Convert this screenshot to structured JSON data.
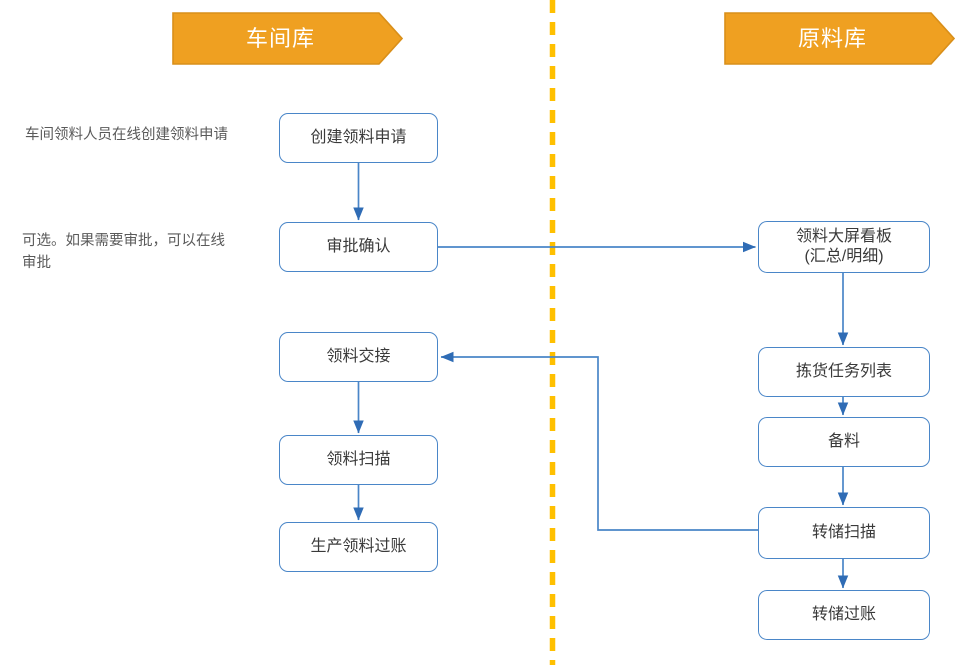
{
  "diagram": {
    "title_left": "车间库",
    "title_right": "原料库",
    "divider": "dashed-lane-divider",
    "colors": {
      "banner_fill": "#efa021",
      "banner_stroke": "#d98f1a",
      "divider": "#ffc000",
      "box_stroke": "#4a86c8",
      "connector": "#4a86c8",
      "box_text": "#3a3a3a",
      "note_text": "#5a5a5a",
      "background": "#ffffff"
    }
  },
  "notes": [
    {
      "text": "车间领料人员在线创建领料申请"
    },
    {
      "text": "可选。如果需要审批，可以在线审批"
    }
  ],
  "left_lane": {
    "name": "车间库",
    "nodes": [
      {
        "id": "create-request",
        "label": "创建领料申请"
      },
      {
        "id": "approve-confirm",
        "label": "审批确认"
      },
      {
        "id": "material-handover",
        "label": "领料交接"
      },
      {
        "id": "material-scan",
        "label": "领料扫描"
      },
      {
        "id": "production-post",
        "label": "生产领料过账"
      }
    ]
  },
  "right_lane": {
    "name": "原料库",
    "nodes": [
      {
        "id": "dashboard",
        "label": "领料大屏看板\n(汇总/明细)"
      },
      {
        "id": "pick-task-list",
        "label": "拣货任务列表"
      },
      {
        "id": "prepare",
        "label": "备料"
      },
      {
        "id": "transfer-scan",
        "label": "转储扫描"
      },
      {
        "id": "transfer-post",
        "label": "转储过账"
      }
    ]
  },
  "connectors": [
    {
      "id": "create-to-approve",
      "from": "创建领料申请",
      "to": "审批确认"
    },
    {
      "id": "approve-to-dashboard",
      "from": "审批确认",
      "to": "领料大屏看板"
    },
    {
      "id": "dashboard-to-picktask",
      "from": "领料大屏看板",
      "to": "拣货任务列表"
    },
    {
      "id": "picktask-to-prepare",
      "from": "拣货任务列表",
      "to": "备料"
    },
    {
      "id": "prepare-to-transferscan",
      "from": "备料",
      "to": "转储扫描"
    },
    {
      "id": "transferscan-to-handover",
      "from": "转储扫描",
      "to": "领料交接"
    },
    {
      "id": "transferscan-to-transferpost",
      "from": "转储扫描",
      "to": "转储过账"
    },
    {
      "id": "handover-to-scan",
      "from": "领料交接",
      "to": "领料扫描"
    },
    {
      "id": "scan-to-post",
      "from": "领料扫描",
      "to": "生产领料过账"
    }
  ]
}
